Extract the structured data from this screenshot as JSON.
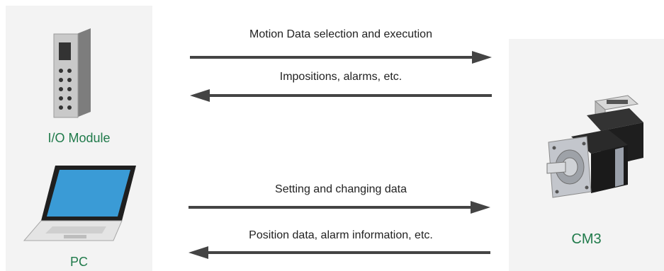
{
  "devices": {
    "io_module": {
      "label": "I/O Module"
    },
    "pc": {
      "label": "PC"
    },
    "motor": {
      "label": "CM3"
    }
  },
  "arrows": {
    "top_right": {
      "label": "Motion Data selection and execution"
    },
    "top_left": {
      "label": "Impositions, alarms, etc."
    },
    "bottom_right": {
      "label": "Setting and changing data"
    },
    "bottom_left": {
      "label": "Position data, alarm information, etc."
    }
  },
  "colors": {
    "label_green": "#1f7a4a",
    "arrow": "#444444",
    "panel": "#f3f3f3",
    "screen_blue": "#3a9bd6"
  }
}
